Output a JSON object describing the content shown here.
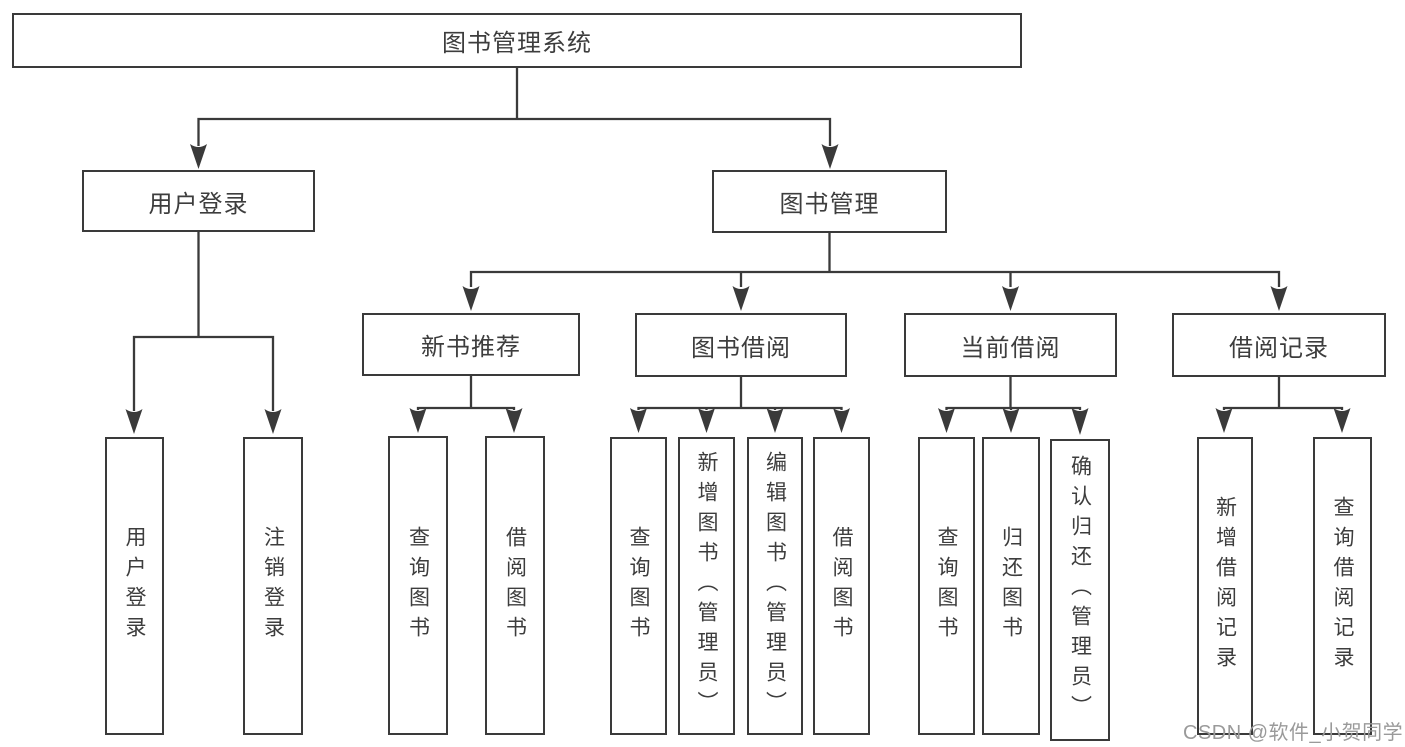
{
  "diagram": {
    "root": {
      "label": "图书管理系统"
    },
    "level2": {
      "user_login": {
        "label": "用户登录"
      },
      "book_mgmt": {
        "label": "图书管理"
      }
    },
    "level3": {
      "new_book_rec": {
        "label": "新书推荐"
      },
      "book_borrow": {
        "label": "图书借阅"
      },
      "current_borrow": {
        "label": "当前借阅"
      },
      "borrow_records": {
        "label": "借阅记录"
      }
    },
    "leaves": {
      "user_login": {
        "label": "用户登录"
      },
      "logout": {
        "label": "注销登录"
      },
      "rec_query_book": {
        "label": "查询图书"
      },
      "rec_borrow_book": {
        "label": "借阅图书"
      },
      "bb_query_book": {
        "label": "查询图书"
      },
      "bb_add_book": {
        "label": "新增图书（管理员）"
      },
      "bb_edit_book": {
        "label": "编辑图书（管理员）"
      },
      "bb_borrow_book": {
        "label": "借阅图书"
      },
      "cb_query_book": {
        "label": "查询图书"
      },
      "cb_return_book": {
        "label": "归还图书"
      },
      "cb_confirm_return": {
        "label": "确认归还（管理员）"
      },
      "br_add_record": {
        "label": "新增借阅记录"
      },
      "br_query_record": {
        "label": "查询借阅记录"
      }
    }
  },
  "watermark": "CSDN @软件_小贺同学",
  "colors": {
    "line": "#3a3a3a",
    "text": "#3d3d3d",
    "watermark": "#9a9a9a",
    "background": "#ffffff"
  }
}
